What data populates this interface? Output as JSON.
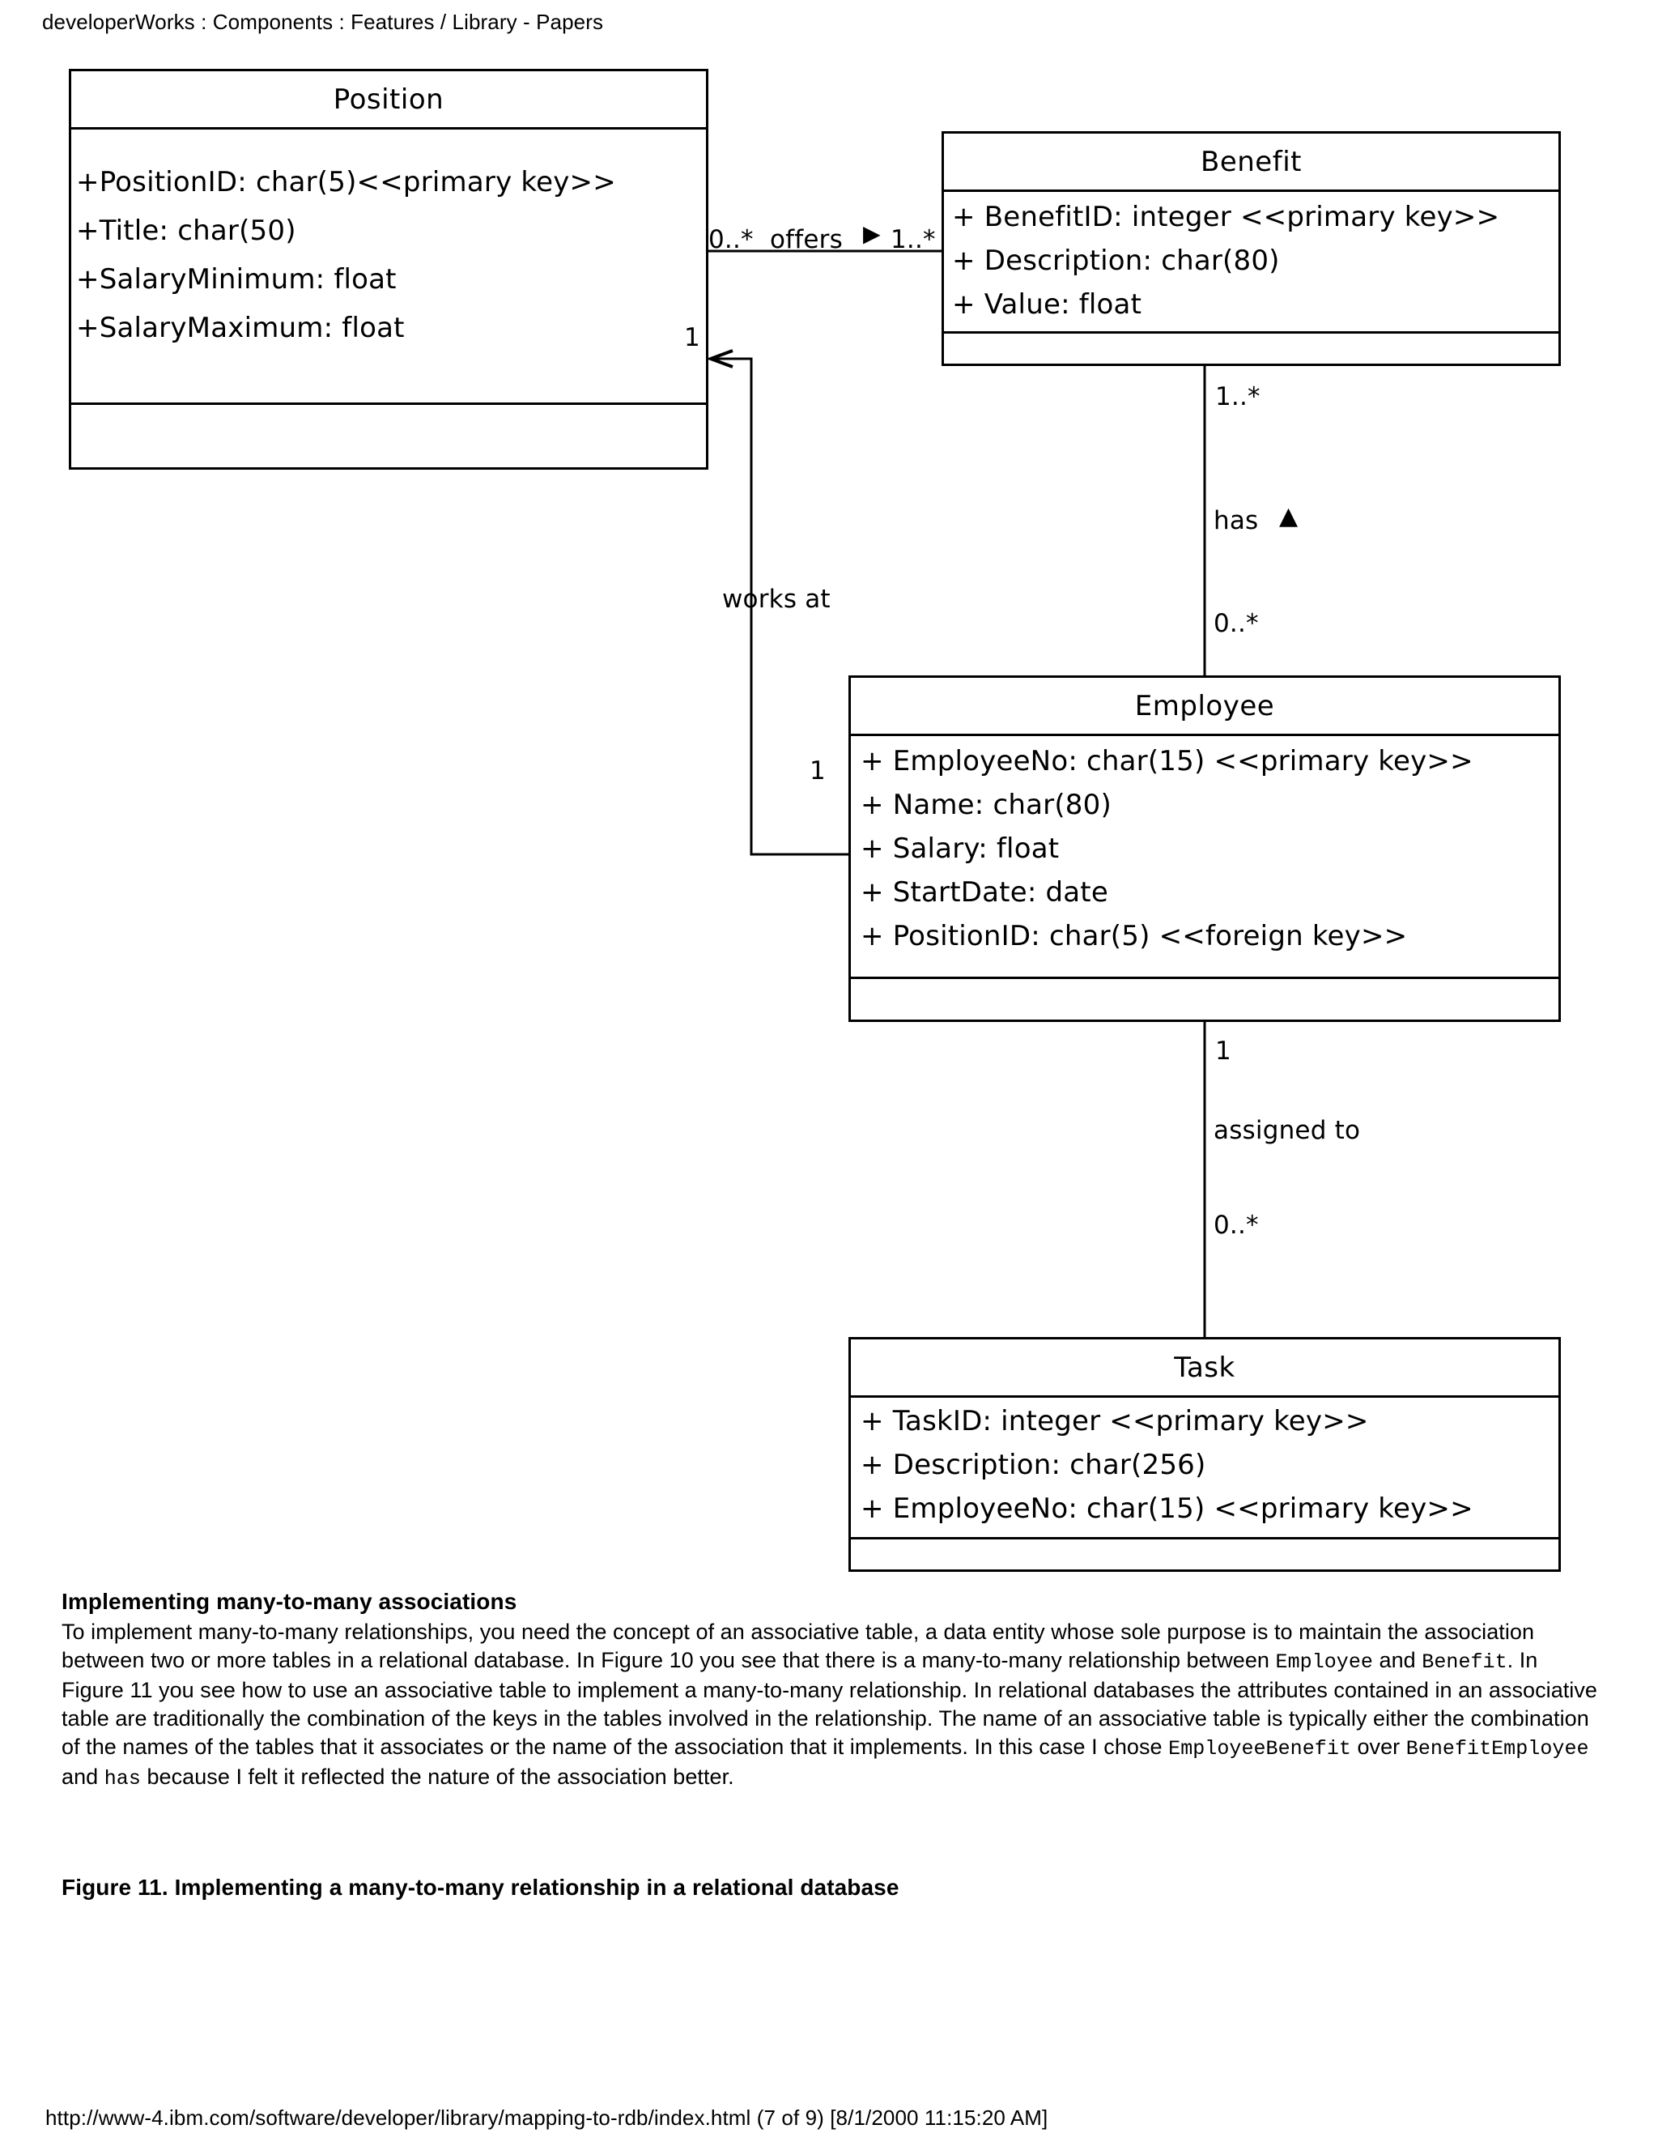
{
  "header": {
    "breadcrumb": "developerWorks : Components : Features / Library - Papers"
  },
  "diagram": {
    "title": "UML class diagram mapping to relational database",
    "classes": [
      {
        "id": "position",
        "name": "Position",
        "attributes": [
          "+PositionID: char(5)<<primary key>>",
          "+Title: char(50)",
          "+SalaryMinimum: float",
          "+SalaryMaximum: float"
        ],
        "operations": []
      },
      {
        "id": "benefit",
        "name": "Benefit",
        "attributes": [
          "+ BenefitID: integer <<primary key>>",
          "+ Description: char(80)",
          "+ Value: float"
        ],
        "operations": []
      },
      {
        "id": "employee",
        "name": "Employee",
        "attributes": [
          "+ EmployeeNo: char(15) <<primary key>>",
          "+ Name: char(80)",
          "+ Salary: float",
          "+ StartDate: date",
          "+ PositionID: char(5) <<foreign key>>"
        ],
        "operations": []
      },
      {
        "id": "task",
        "name": "Task",
        "attributes": [
          "+ TaskID: integer <<primary key>>",
          "+ Description: char(256)",
          "+ EmployeeNo: char(15) <<primary key>>"
        ],
        "operations": []
      }
    ],
    "associations": [
      {
        "id": "offers",
        "label": "offers",
        "from": "Position",
        "to": "Benefit",
        "source_multiplicity": "0..*",
        "target_multiplicity": "1..*",
        "direction_marker": "▶"
      },
      {
        "id": "has",
        "label": "has",
        "from": "Benefit",
        "to": "Employee",
        "source_multiplicity": "1..*",
        "target_multiplicity": "0..*",
        "direction_marker": "▲"
      },
      {
        "id": "works-at",
        "label": "works at",
        "from": "Employee",
        "to": "Position",
        "source_multiplicity": "1",
        "target_multiplicity": "1",
        "direction_marker": ""
      },
      {
        "id": "assigned-to",
        "label": "assigned to",
        "from": "Employee",
        "to": "Task",
        "source_multiplicity": "1",
        "target_multiplicity": "0..*",
        "direction_marker": ""
      }
    ]
  },
  "article": {
    "section_heading": "Implementing many-to-many associations",
    "paragraph_parts": [
      {
        "type": "text",
        "value": "To implement many-to-many relationships, you need the concept of an associative table, a data entity whose sole purpose is to maintain the association between two or more tables in a relational database. In Figure 10 you see that there is a many-to-many relationship between "
      },
      {
        "type": "code",
        "value": "Employee"
      },
      {
        "type": "text",
        "value": " and "
      },
      {
        "type": "code",
        "value": "Benefit"
      },
      {
        "type": "text",
        "value": ". In Figure 11 you see how to use an associative table to implement a many-to-many relationship. In relational databases the attributes contained in an associative table are traditionally the combination of the keys in the tables involved in the relationship. The name of an associative table is typically either the combination of the names of the tables that it associates or the name of the association that it implements. In this case I chose "
      },
      {
        "type": "code",
        "value": "EmployeeBenefit"
      },
      {
        "type": "text",
        "value": " over "
      },
      {
        "type": "code",
        "value": "BenefitEmployee"
      },
      {
        "type": "text",
        "value": " and "
      },
      {
        "type": "code",
        "value": "has"
      },
      {
        "type": "text",
        "value": " because I felt it reflected the nature of the association better."
      }
    ],
    "figure_caption": "Figure 11. Implementing a many-to-many relationship in a relational database"
  },
  "footer": {
    "url_line": "http://www-4.ibm.com/software/developer/library/mapping-to-rdb/index.html (7 of 9) [8/1/2000 11:15:20 AM]"
  },
  "colors": {
    "text": "#000000",
    "background": "#ffffff",
    "stroke": "#000000"
  }
}
